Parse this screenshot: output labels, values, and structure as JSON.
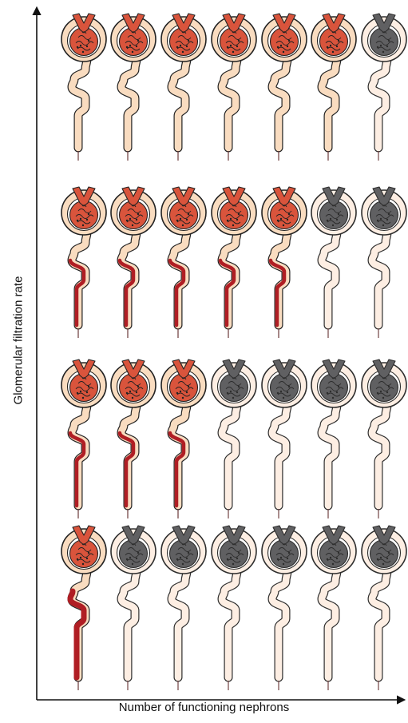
{
  "axes": {
    "x_label": "Number of functioning nephrons",
    "y_label": "Glomerular filtration rate"
  },
  "colors": {
    "functioning_glomerulus": "#d9543c",
    "nonfunctioning_glomerulus": "#58585a",
    "functioning_capsule": "#f9dcc0",
    "nonfunctioning_capsule": "#fdeee2",
    "tubule_hyperfiltration": "#b01e24",
    "outline": "#222222"
  },
  "rows": [
    {
      "nephrons": 7,
      "functioning": 6
    },
    {
      "nephrons": 7,
      "functioning": 5
    },
    {
      "nephrons": 7,
      "functioning": 3
    },
    {
      "nephrons": 7,
      "functioning": 1
    }
  ]
}
